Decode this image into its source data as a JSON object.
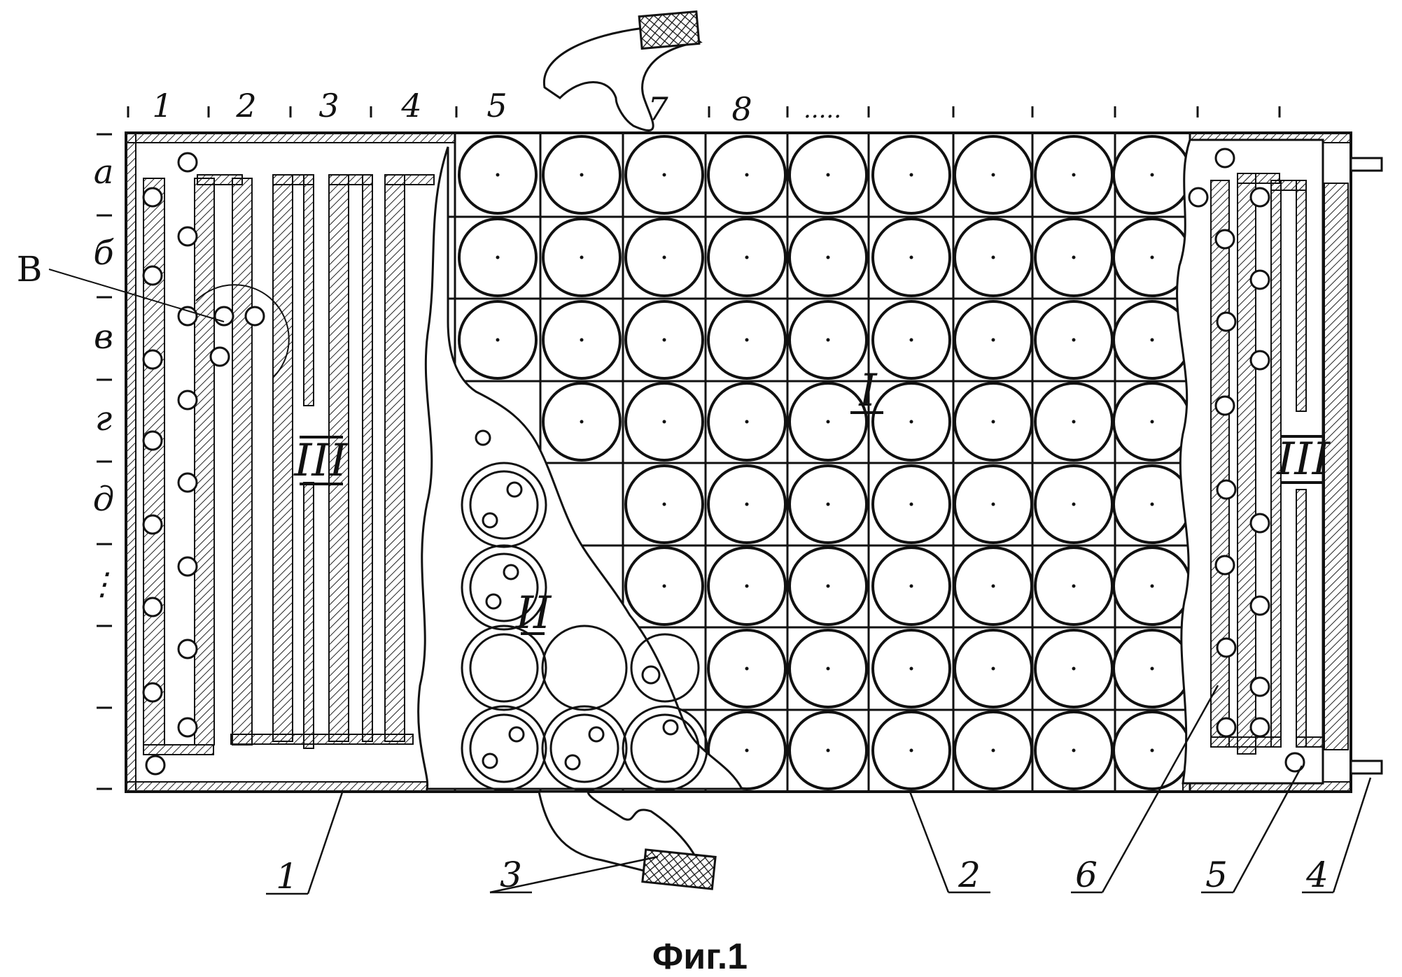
{
  "figure": {
    "caption": "Фиг.1",
    "column_labels": [
      "1",
      "2",
      "3",
      "4",
      "5",
      "7",
      "8",
      "....."
    ],
    "row_labels": [
      "а",
      "б",
      "в",
      "г",
      "д",
      "⋮"
    ],
    "zone_labels": {
      "zone_one": "I",
      "zone_two": "II",
      "zone_three_left": "III",
      "zone_three_right": "III"
    },
    "detail_label": "В",
    "callouts": [
      "1",
      "3",
      "2",
      "6",
      "5",
      "4"
    ],
    "grid": {
      "columns": 9,
      "rows": 8
    },
    "colors": {
      "ink": "#111111",
      "hatch": "#222222",
      "paper": "#ffffff"
    }
  }
}
